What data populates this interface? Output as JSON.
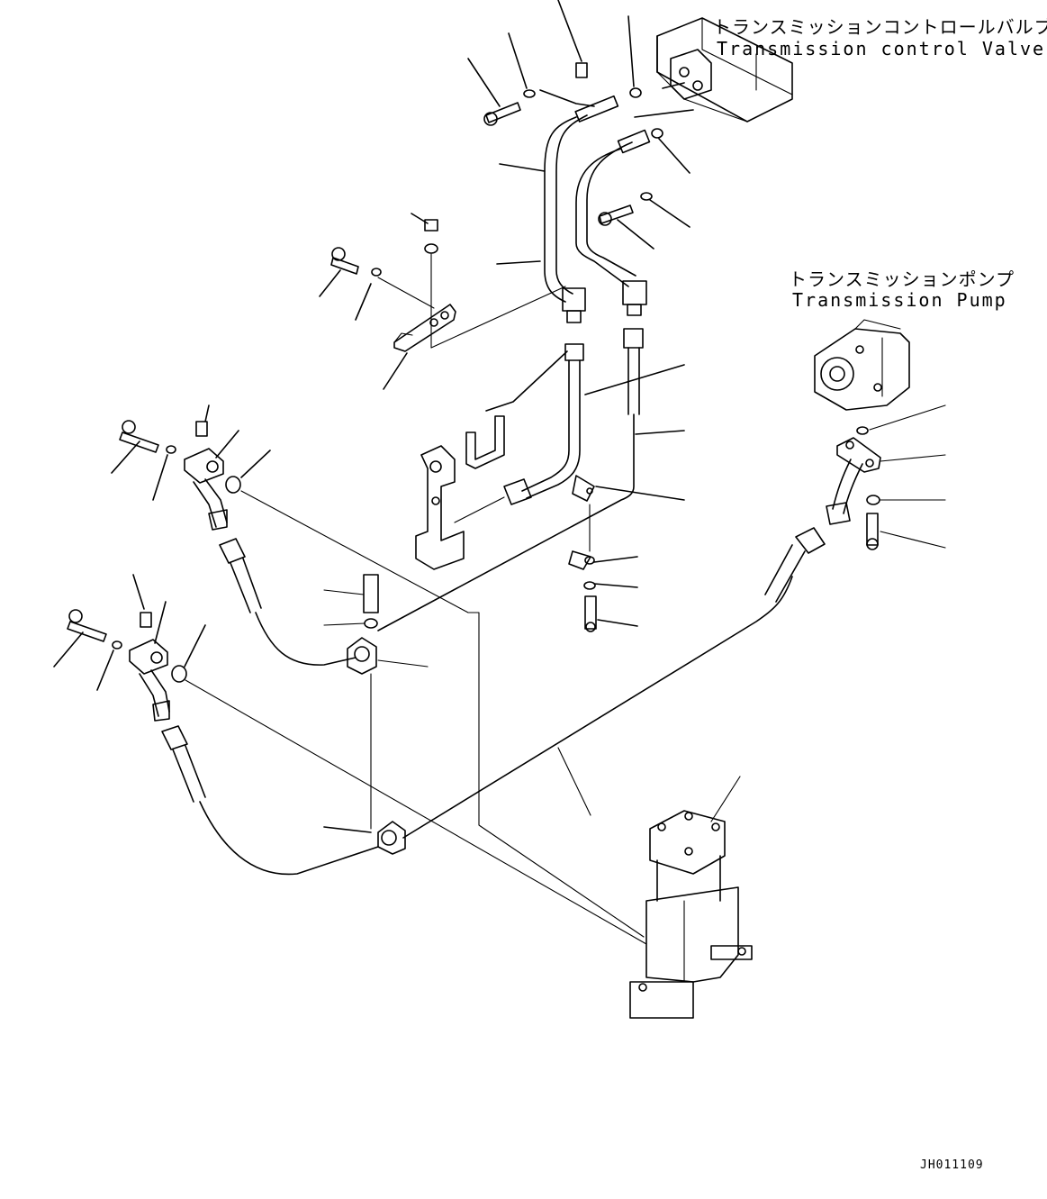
{
  "labels": {
    "valve_jp": "トランスミッションコントロールバルブ",
    "valve_en": "Transmission control Valve",
    "pump_jp": "トランスミッションポンプ",
    "pump_en": "Transmission Pump"
  },
  "drawing_code": "JH011109",
  "parts": {
    "transmission_control_valve": "valve-body",
    "transmission_pump": "pump-body",
    "filter": "filter-housing"
  }
}
